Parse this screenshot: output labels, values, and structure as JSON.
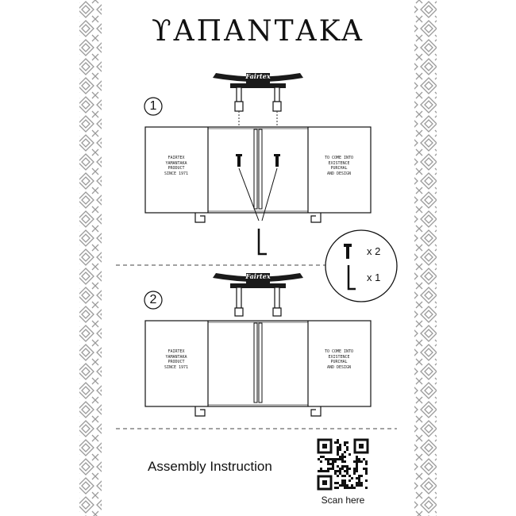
{
  "title": "ϒAΠAΝΤAKA",
  "steps": [
    {
      "number": "1",
      "left_door_lines": [
        "FAIRTEX",
        "YAMANTAKA",
        "PRODUCT",
        "SINCE 1971"
      ],
      "right_door_lines": [
        "TO COME INTO",
        "EXISTENCE",
        "PURCHAL",
        "AND DESIGN"
      ],
      "logo_text": "Fairtex"
    },
    {
      "number": "2",
      "left_door_lines": [
        "FAIRTEX",
        "YAMANTAKA",
        "PRODUCT",
        "SINCE 1971"
      ],
      "right_door_lines": [
        "TO COME INTO",
        "EXISTENCE",
        "PURCHAL",
        "AND DESIGN"
      ],
      "logo_text": "Fairtex"
    }
  ],
  "parts": [
    {
      "icon": "screw-icon",
      "count": "x 2"
    },
    {
      "icon": "allen-key-icon",
      "count": "x 1"
    }
  ],
  "footer": {
    "heading": "Assembly Instruction",
    "qr_label": "Scan here"
  }
}
